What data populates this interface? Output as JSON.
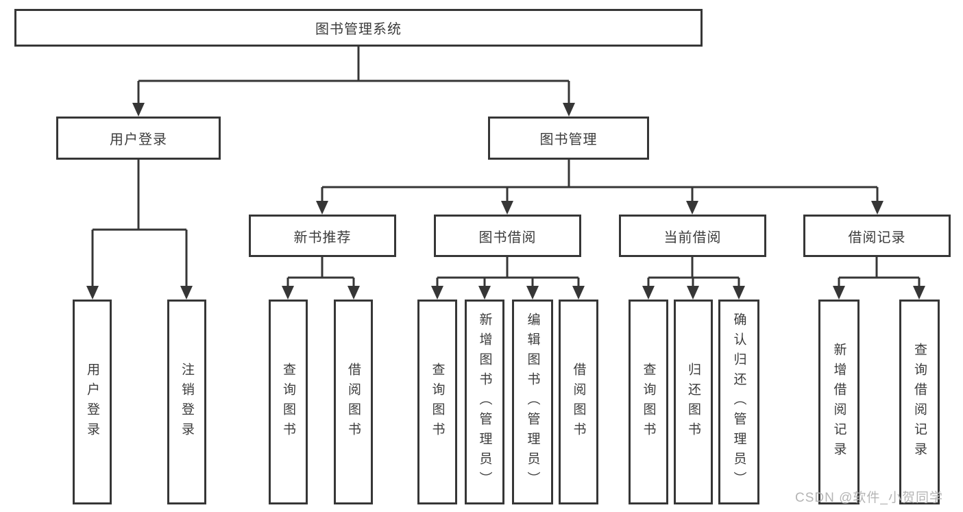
{
  "tree": {
    "label": "图书管理系统",
    "children": [
      {
        "label": "用户登录",
        "children": [
          {
            "label": "用户登录"
          },
          {
            "label": "注销登录"
          }
        ]
      },
      {
        "label": "图书管理",
        "children": [
          {
            "label": "新书推荐",
            "children": [
              {
                "label": "查询图书"
              },
              {
                "label": "借阅图书"
              }
            ]
          },
          {
            "label": "图书借阅",
            "children": [
              {
                "label": "查询图书"
              },
              {
                "label": "新增图书（管理员）"
              },
              {
                "label": "编辑图书（管理员）"
              },
              {
                "label": "借阅图书"
              }
            ]
          },
          {
            "label": "当前借阅",
            "children": [
              {
                "label": "查询图书"
              },
              {
                "label": "归还图书"
              },
              {
                "label": "确认归还（管理员）"
              }
            ]
          },
          {
            "label": "借阅记录",
            "children": [
              {
                "label": "新增借阅记录"
              },
              {
                "label": "查询借阅记录"
              }
            ]
          }
        ]
      }
    ]
  },
  "watermark": {
    "text": "CSDN @软件_小贺同学"
  },
  "colors": {
    "line": "#363636",
    "text": "#3c3c3c",
    "watermark": "#b5b5b5",
    "background": "#ffffff"
  }
}
